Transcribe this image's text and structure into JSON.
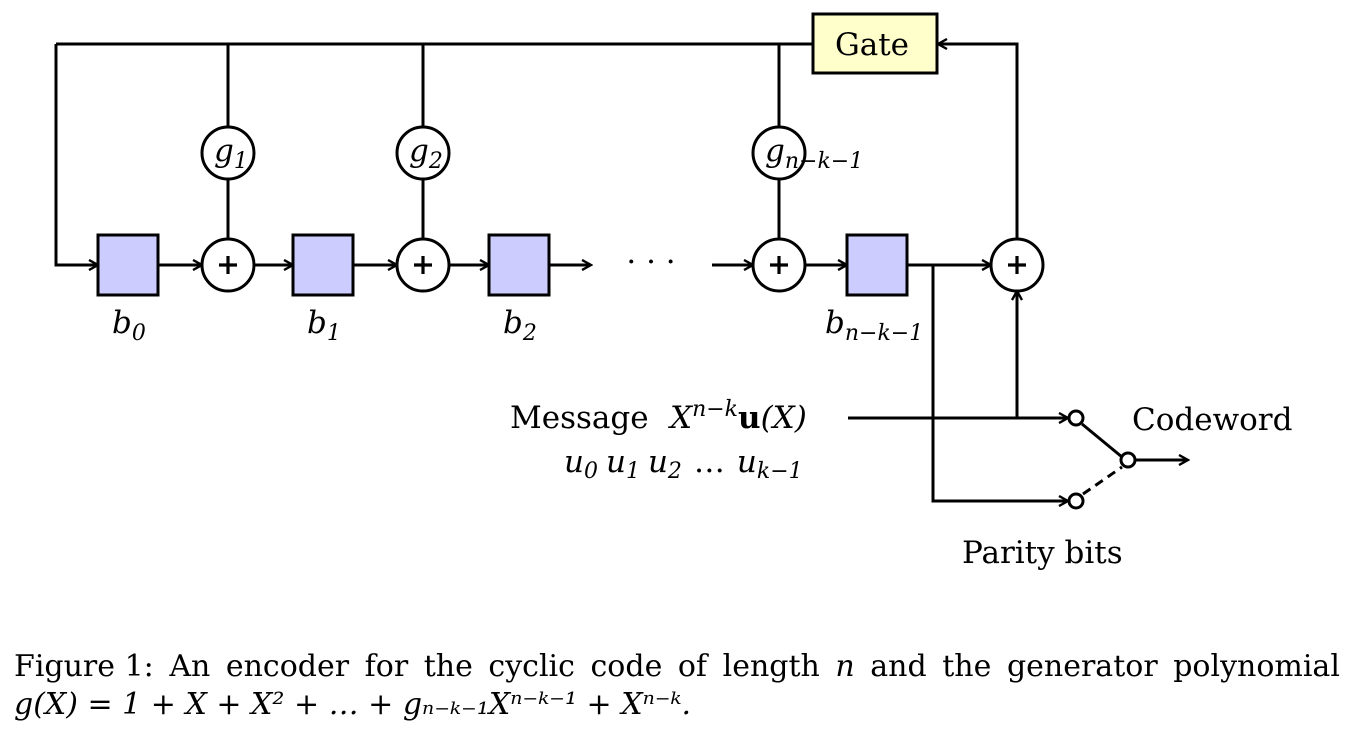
{
  "gate": {
    "label": "Gate"
  },
  "coefficients": [
    {
      "base": "g",
      "sub": "1"
    },
    {
      "base": "g",
      "sub": "2"
    },
    {
      "base": "g",
      "sub": "n−k−1"
    }
  ],
  "registers": [
    {
      "base": "b",
      "sub": "0"
    },
    {
      "base": "b",
      "sub": "1"
    },
    {
      "base": "b",
      "sub": "2"
    },
    {
      "base": "b",
      "sub": "n−k−1"
    }
  ],
  "ellipsis": "· · ·",
  "adder_symbol": "+",
  "message": {
    "label": "Message",
    "poly_base": "X",
    "poly_exp": "n−k",
    "poly_u": "u",
    "poly_arg": "(X)",
    "bits": [
      {
        "base": "u",
        "sub": "0"
      },
      {
        "base": "u",
        "sub": "1"
      },
      {
        "base": "u",
        "sub": "2"
      },
      {
        "base": "…",
        "sub": ""
      },
      {
        "base": "u",
        "sub": "k−1"
      }
    ]
  },
  "codeword_label": "Codeword",
  "parity_label": "Parity bits",
  "caption": {
    "lead": "Figure 1:",
    "words_line1": [
      "An",
      "encoder",
      "for",
      "the",
      "cyclic",
      "code",
      "of",
      "length",
      "n",
      "and",
      "the",
      "generator",
      "polynomial"
    ],
    "line2": "g(X) = 1 + X + X² + … + gₙ₋ₖ₋₁Xⁿ⁻ᵏ⁻¹ + Xⁿ⁻ᵏ."
  }
}
